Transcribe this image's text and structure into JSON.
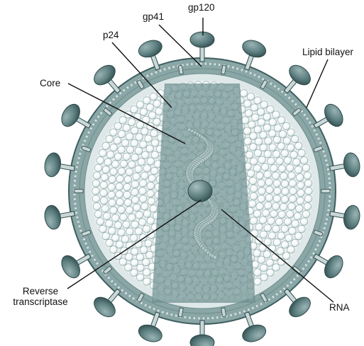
{
  "labels": {
    "gp120": "gp120",
    "gp41": "gp41",
    "p24": "p24",
    "lipid_bilayer": "Lipid bilayer",
    "core": "Core",
    "reverse_line1": "Reverse",
    "reverse_line2": "transcriptase",
    "rna": "RNA"
  },
  "colors": {
    "envelope": "#8aa6a6",
    "envelope_dark": "#3f5f60",
    "matrix_bg": "#e6eeee",
    "matrix_sphere": "#ffffff",
    "core": "#6e8f90",
    "core_light": "#9cb5b5",
    "glycoprotein": "#5f8182",
    "glycoprotein_dark": "#2f4a4b",
    "rna": "#b9cccc",
    "enzyme": "#5c7c7d",
    "leader": "#111111"
  },
  "icons": {
    "virion": "hiv-virion-illustration"
  }
}
